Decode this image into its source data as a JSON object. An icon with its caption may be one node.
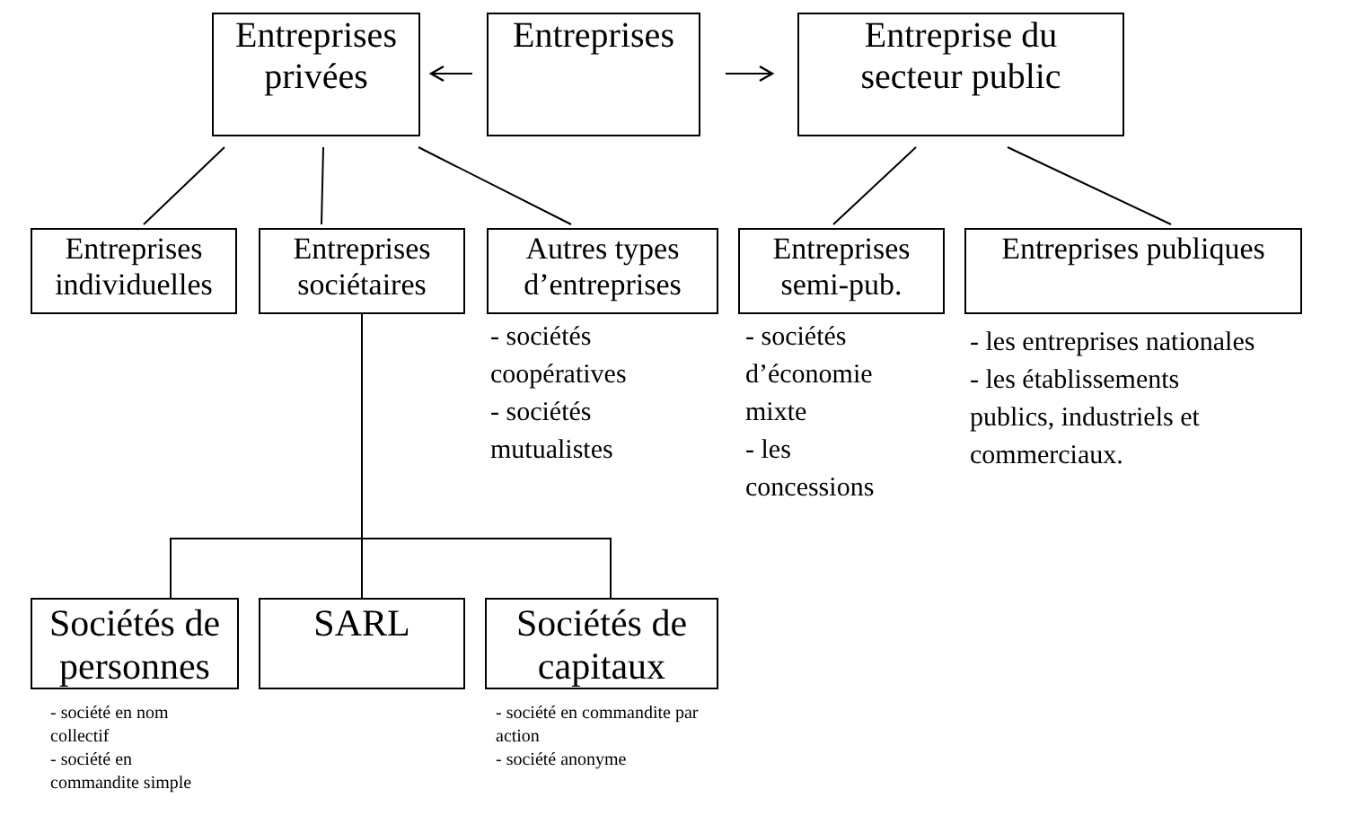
{
  "diagram": {
    "nodes": [
      {
        "text": [
          "Entreprises privées"
        ]
      },
      {
        "text": [
          "Entreprises"
        ]
      },
      {
        "text": [
          "Entreprise du secteur public"
        ]
      },
      {
        "text": [
          "Entreprises individuelles"
        ]
      },
      {
        "text": [
          "Entreprises sociétaires"
        ]
      },
      {
        "text": [
          "Autres types d’entreprises"
        ],
        "beside": [
          "- sociétés coopératives",
          "- sociétés mutualistes"
        ]
      },
      {
        "text": [
          "Entreprises semi-pub."
        ],
        "beside": [
          "- sociétés d’économie mixte",
          "- les concessions"
        ]
      },
      {
        "text": [
          "Entreprises publiques"
        ],
        "beside": [
          "- les entreprises nationales",
          "- les établissements publics, industriels et commerciaux."
        ]
      },
      {
        "text": [
          "Sociétés de personnes"
        ],
        "beside": [
          "- société en nom collectif",
          "- société en commandite simple"
        ]
      },
      {
        "text": [
          "SARL"
        ]
      },
      {
        "text": [
          "Sociétés de capitaux"
        ],
        "beside": [
          "- société en commandite par action",
          "- société anonyme"
        ]
      }
    ],
    "edges": [
      {
        "from": 1,
        "to": 0,
        "arrow": "to"
      },
      {
        "from": 1,
        "to": 2,
        "arrow": "to"
      },
      {
        "from": 0,
        "to": 3,
        "arrow": "none"
      },
      {
        "from": 0,
        "to": 4,
        "arrow": "none"
      },
      {
        "from": 0,
        "to": 5,
        "arrow": "none"
      },
      {
        "from": 2,
        "to": 6,
        "arrow": "none"
      },
      {
        "from": 2,
        "to": 7,
        "arrow": "none"
      },
      {
        "from": 4,
        "to": 8,
        "arrow": "none"
      },
      {
        "from": 4,
        "to": 9,
        "arrow": "none"
      },
      {
        "from": 4,
        "to": 10,
        "arrow": "none"
      }
    ]
  }
}
